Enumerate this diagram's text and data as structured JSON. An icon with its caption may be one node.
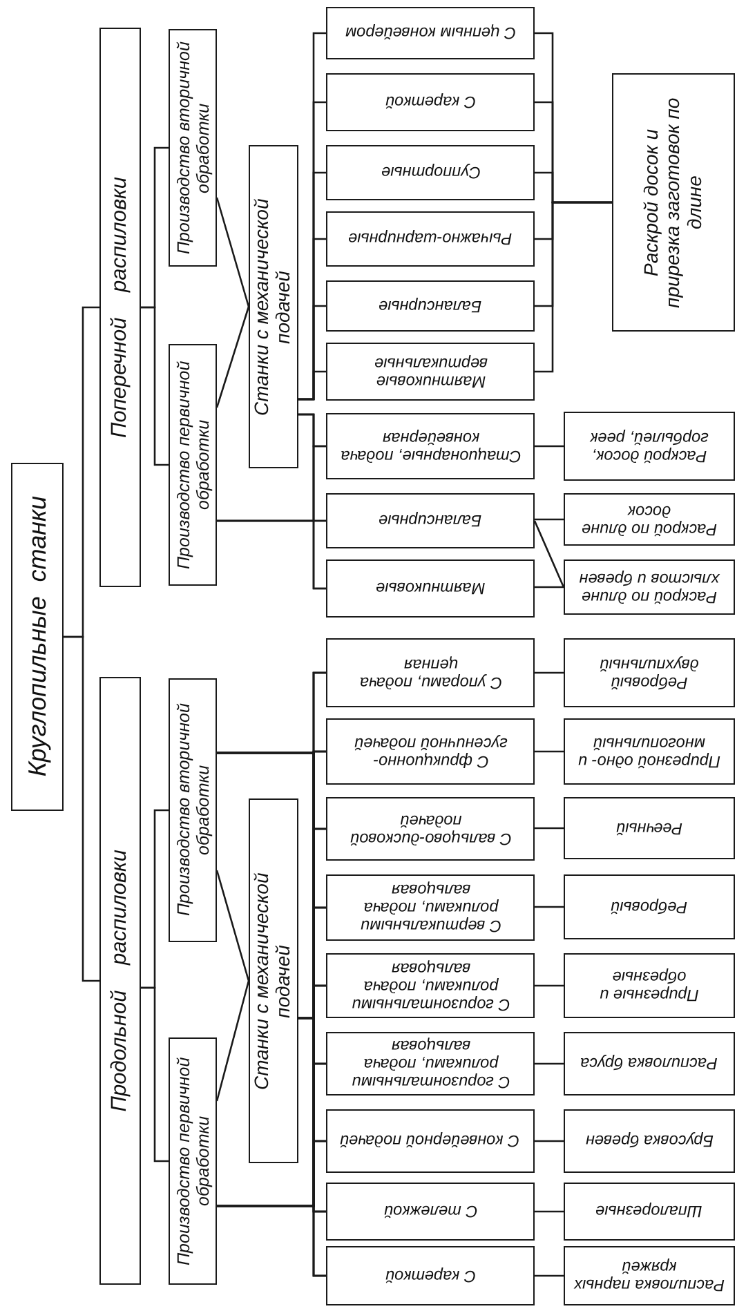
{
  "diagram": {
    "nodes": [
      {
        "text": [
          "Круглопильные станки"
        ]
      },
      {
        "text": [
          "Продольной распиловки"
        ]
      },
      {
        "text": [
          "Поперечной распиловки"
        ]
      },
      {
        "text": [
          "Производство первичной обработки"
        ]
      },
      {
        "text": [
          "Производство вторичной обработки"
        ]
      },
      {
        "text": [
          "Производство первичной обработки"
        ]
      },
      {
        "text": [
          "Производство вторичной обработки"
        ]
      },
      {
        "text": [
          "Станки с механической подачей"
        ]
      },
      {
        "text": [
          "Станки с механической подачей"
        ]
      },
      {
        "text": [
          "С кареткой"
        ]
      },
      {
        "text": [
          "С тележкой"
        ]
      },
      {
        "text": [
          "С конвейерной подачей"
        ]
      },
      {
        "text": [
          "С горизонтальными роликами, подача вальцовая"
        ]
      },
      {
        "text": [
          "С горизонтальными роликами, подача вальцовая"
        ]
      },
      {
        "text": [
          "С вертикальными роликами, подача вальцовая"
        ]
      },
      {
        "text": [
          "С вальцово-дисковой подачей"
        ]
      },
      {
        "text": [
          "С фрикционно-гусеничной подачей"
        ]
      },
      {
        "text": [
          "С упорами, подача цепная"
        ]
      },
      {
        "text": [
          "Маятниковые"
        ]
      },
      {
        "text": [
          "Балансирные"
        ]
      },
      {
        "text": [
          "Стационарные, подача конвейерная"
        ]
      },
      {
        "text": [
          "Маятниковые вертикальные"
        ]
      },
      {
        "text": [
          "Балансирные"
        ]
      },
      {
        "text": [
          "Рычажно-шарнирные"
        ]
      },
      {
        "text": [
          "Суппортные"
        ]
      },
      {
        "text": [
          "С кареткой"
        ]
      },
      {
        "text": [
          "С цепным конвейером"
        ]
      },
      {
        "text": [
          "Распиловка парных кряжей"
        ]
      },
      {
        "text": [
          "Шпалорезные"
        ]
      },
      {
        "text": [
          "Брусовка бревен"
        ]
      },
      {
        "text": [
          "Распиловка бруса"
        ]
      },
      {
        "text": [
          "Прирезные и обрезные"
        ]
      },
      {
        "text": [
          "Ребровый"
        ]
      },
      {
        "text": [
          "Реечный"
        ]
      },
      {
        "text": [
          "Прирезной одно- и многопильный"
        ]
      },
      {
        "text": [
          "Ребровый двухпильный"
        ]
      },
      {
        "text": [
          "Раскрой по длине хлыстов и бревен"
        ]
      },
      {
        "text": [
          "Раскрой по длине досок"
        ]
      },
      {
        "text": [
          "Раскрой досок, горбылей, реек"
        ]
      },
      {
        "text": [
          "Раскрой досок и прирезка заготовок по длине"
        ]
      }
    ],
    "edges": [
      {
        "from": 0,
        "to": 1,
        "arrow": "none"
      },
      {
        "from": 0,
        "to": 2,
        "arrow": "none"
      },
      {
        "from": 1,
        "to": 3,
        "arrow": "none"
      },
      {
        "from": 1,
        "to": 4,
        "arrow": "none"
      },
      {
        "from": 2,
        "to": 5,
        "arrow": "none"
      },
      {
        "from": 2,
        "to": 6,
        "arrow": "none"
      },
      {
        "from": 3,
        "to": 7,
        "arrow": "none"
      },
      {
        "from": 4,
        "to": 7,
        "arrow": "none"
      },
      {
        "from": 5,
        "to": 8,
        "arrow": "none"
      },
      {
        "from": 6,
        "to": 8,
        "arrow": "none"
      },
      {
        "from": 3,
        "to": 9,
        "arrow": "none"
      },
      {
        "from": 3,
        "to": 10,
        "arrow": "none"
      },
      {
        "from": 3,
        "to": 11,
        "arrow": "none"
      },
      {
        "from": 3,
        "to": 12,
        "arrow": "none"
      },
      {
        "from": 3,
        "to": 13,
        "arrow": "none"
      },
      {
        "from": 3,
        "to": 14,
        "arrow": "none"
      },
      {
        "from": 3,
        "to": 15,
        "arrow": "none"
      },
      {
        "from": 3,
        "to": 16,
        "arrow": "none"
      },
      {
        "from": 3,
        "to": 17,
        "arrow": "none"
      },
      {
        "from": 4,
        "to": 9,
        "arrow": "none"
      },
      {
        "from": 4,
        "to": 10,
        "arrow": "none"
      },
      {
        "from": 4,
        "to": 11,
        "arrow": "none"
      },
      {
        "from": 4,
        "to": 12,
        "arrow": "none"
      },
      {
        "from": 4,
        "to": 13,
        "arrow": "none"
      },
      {
        "from": 4,
        "to": 14,
        "arrow": "none"
      },
      {
        "from": 4,
        "to": 15,
        "arrow": "none"
      },
      {
        "from": 4,
        "to": 16,
        "arrow": "none"
      },
      {
        "from": 4,
        "to": 17,
        "arrow": "none"
      },
      {
        "from": 7,
        "to": 9,
        "arrow": "none"
      },
      {
        "from": 7,
        "to": 10,
        "arrow": "none"
      },
      {
        "from": 7,
        "to": 11,
        "arrow": "none"
      },
      {
        "from": 7,
        "to": 12,
        "arrow": "none"
      },
      {
        "from": 7,
        "to": 13,
        "arrow": "none"
      },
      {
        "from": 7,
        "to": 14,
        "arrow": "none"
      },
      {
        "from": 7,
        "to": 15,
        "arrow": "none"
      },
      {
        "from": 7,
        "to": 16,
        "arrow": "none"
      },
      {
        "from": 7,
        "to": 17,
        "arrow": "none"
      },
      {
        "from": 5,
        "to": 18,
        "arrow": "none"
      },
      {
        "from": 5,
        "to": 19,
        "arrow": "none"
      },
      {
        "from": 5,
        "to": 20,
        "arrow": "none"
      },
      {
        "from": 8,
        "to": 18,
        "arrow": "none"
      },
      {
        "from": 8,
        "to": 19,
        "arrow": "none"
      },
      {
        "from": 8,
        "to": 20,
        "arrow": "none"
      },
      {
        "from": 8,
        "to": 21,
        "arrow": "none"
      },
      {
        "from": 8,
        "to": 22,
        "arrow": "none"
      },
      {
        "from": 8,
        "to": 23,
        "arrow": "none"
      },
      {
        "from": 8,
        "to": 24,
        "arrow": "none"
      },
      {
        "from": 8,
        "to": 25,
        "arrow": "none"
      },
      {
        "from": 8,
        "to": 26,
        "arrow": "none"
      },
      {
        "from": 9,
        "to": 27,
        "arrow": "none"
      },
      {
        "from": 10,
        "to": 28,
        "arrow": "none"
      },
      {
        "from": 11,
        "to": 29,
        "arrow": "none"
      },
      {
        "from": 12,
        "to": 30,
        "arrow": "none"
      },
      {
        "from": 13,
        "to": 31,
        "arrow": "none"
      },
      {
        "from": 14,
        "to": 32,
        "arrow": "none"
      },
      {
        "from": 15,
        "to": 33,
        "arrow": "none"
      },
      {
        "from": 16,
        "to": 34,
        "arrow": "none"
      },
      {
        "from": 17,
        "to": 35,
        "arrow": "none"
      },
      {
        "from": 18,
        "to": 36,
        "arrow": "none"
      },
      {
        "from": 19,
        "to": 36,
        "arrow": "none"
      },
      {
        "from": 19,
        "to": 37,
        "arrow": "none"
      },
      {
        "from": 20,
        "to": 38,
        "arrow": "none"
      },
      {
        "from": 21,
        "to": 39,
        "arrow": "none"
      },
      {
        "from": 22,
        "to": 39,
        "arrow": "none"
      },
      {
        "from": 23,
        "to": 39,
        "arrow": "none"
      },
      {
        "from": 24,
        "to": 39,
        "arrow": "none"
      },
      {
        "from": 25,
        "to": 39,
        "arrow": "none"
      },
      {
        "from": 26,
        "to": 39,
        "arrow": "none"
      }
    ]
  }
}
